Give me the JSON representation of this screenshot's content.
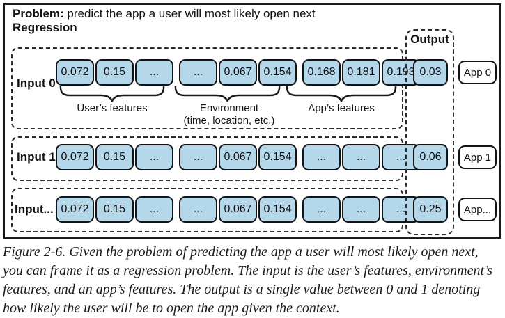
{
  "figure": {
    "title": {
      "problem_label": "Problem:",
      "problem_text": " predict the app a user will most likely open next",
      "method": "Regression"
    },
    "output_header": "Output",
    "rows": [
      {
        "label": "Input 0",
        "groups": [
          [
            "0.072",
            "0.15",
            "..."
          ],
          [
            "...",
            "0.067",
            "0.154"
          ],
          [
            "0.168",
            "0.181",
            "0.193"
          ]
        ],
        "output": "0.03",
        "app": "App 0"
      },
      {
        "label": "Input 1",
        "groups": [
          [
            "0.072",
            "0.15",
            "..."
          ],
          [
            "...",
            "0.067",
            "0.154"
          ],
          [
            "...",
            "...",
            "..."
          ]
        ],
        "output": "0.06",
        "app": "App 1"
      },
      {
        "label": "Input...",
        "groups": [
          [
            "0.072",
            "0.15",
            "..."
          ],
          [
            "...",
            "0.067",
            "0.154"
          ],
          [
            "...",
            "...",
            "..."
          ]
        ],
        "output": "0.25",
        "app": "App..."
      }
    ],
    "feature_groups": [
      {
        "line1": "User’s features",
        "line2": ""
      },
      {
        "line1": "Environment",
        "line2": "(time, location, etc.)"
      },
      {
        "line1": "App’s features",
        "line2": ""
      }
    ],
    "colors": {
      "cell_fill": "#b5d7ea",
      "line": "#1c1c1c"
    }
  },
  "caption": {
    "lines": [
      "Figure 2-6. Given the problem of predicting the app a user will most likely open next,",
      "you can frame it as a regression problem. The input is the user’s features, environment’s",
      "features, and an app’s features. The output is a single value between 0 and 1 denoting",
      "how likely the user will be to open the app given the context."
    ]
  }
}
